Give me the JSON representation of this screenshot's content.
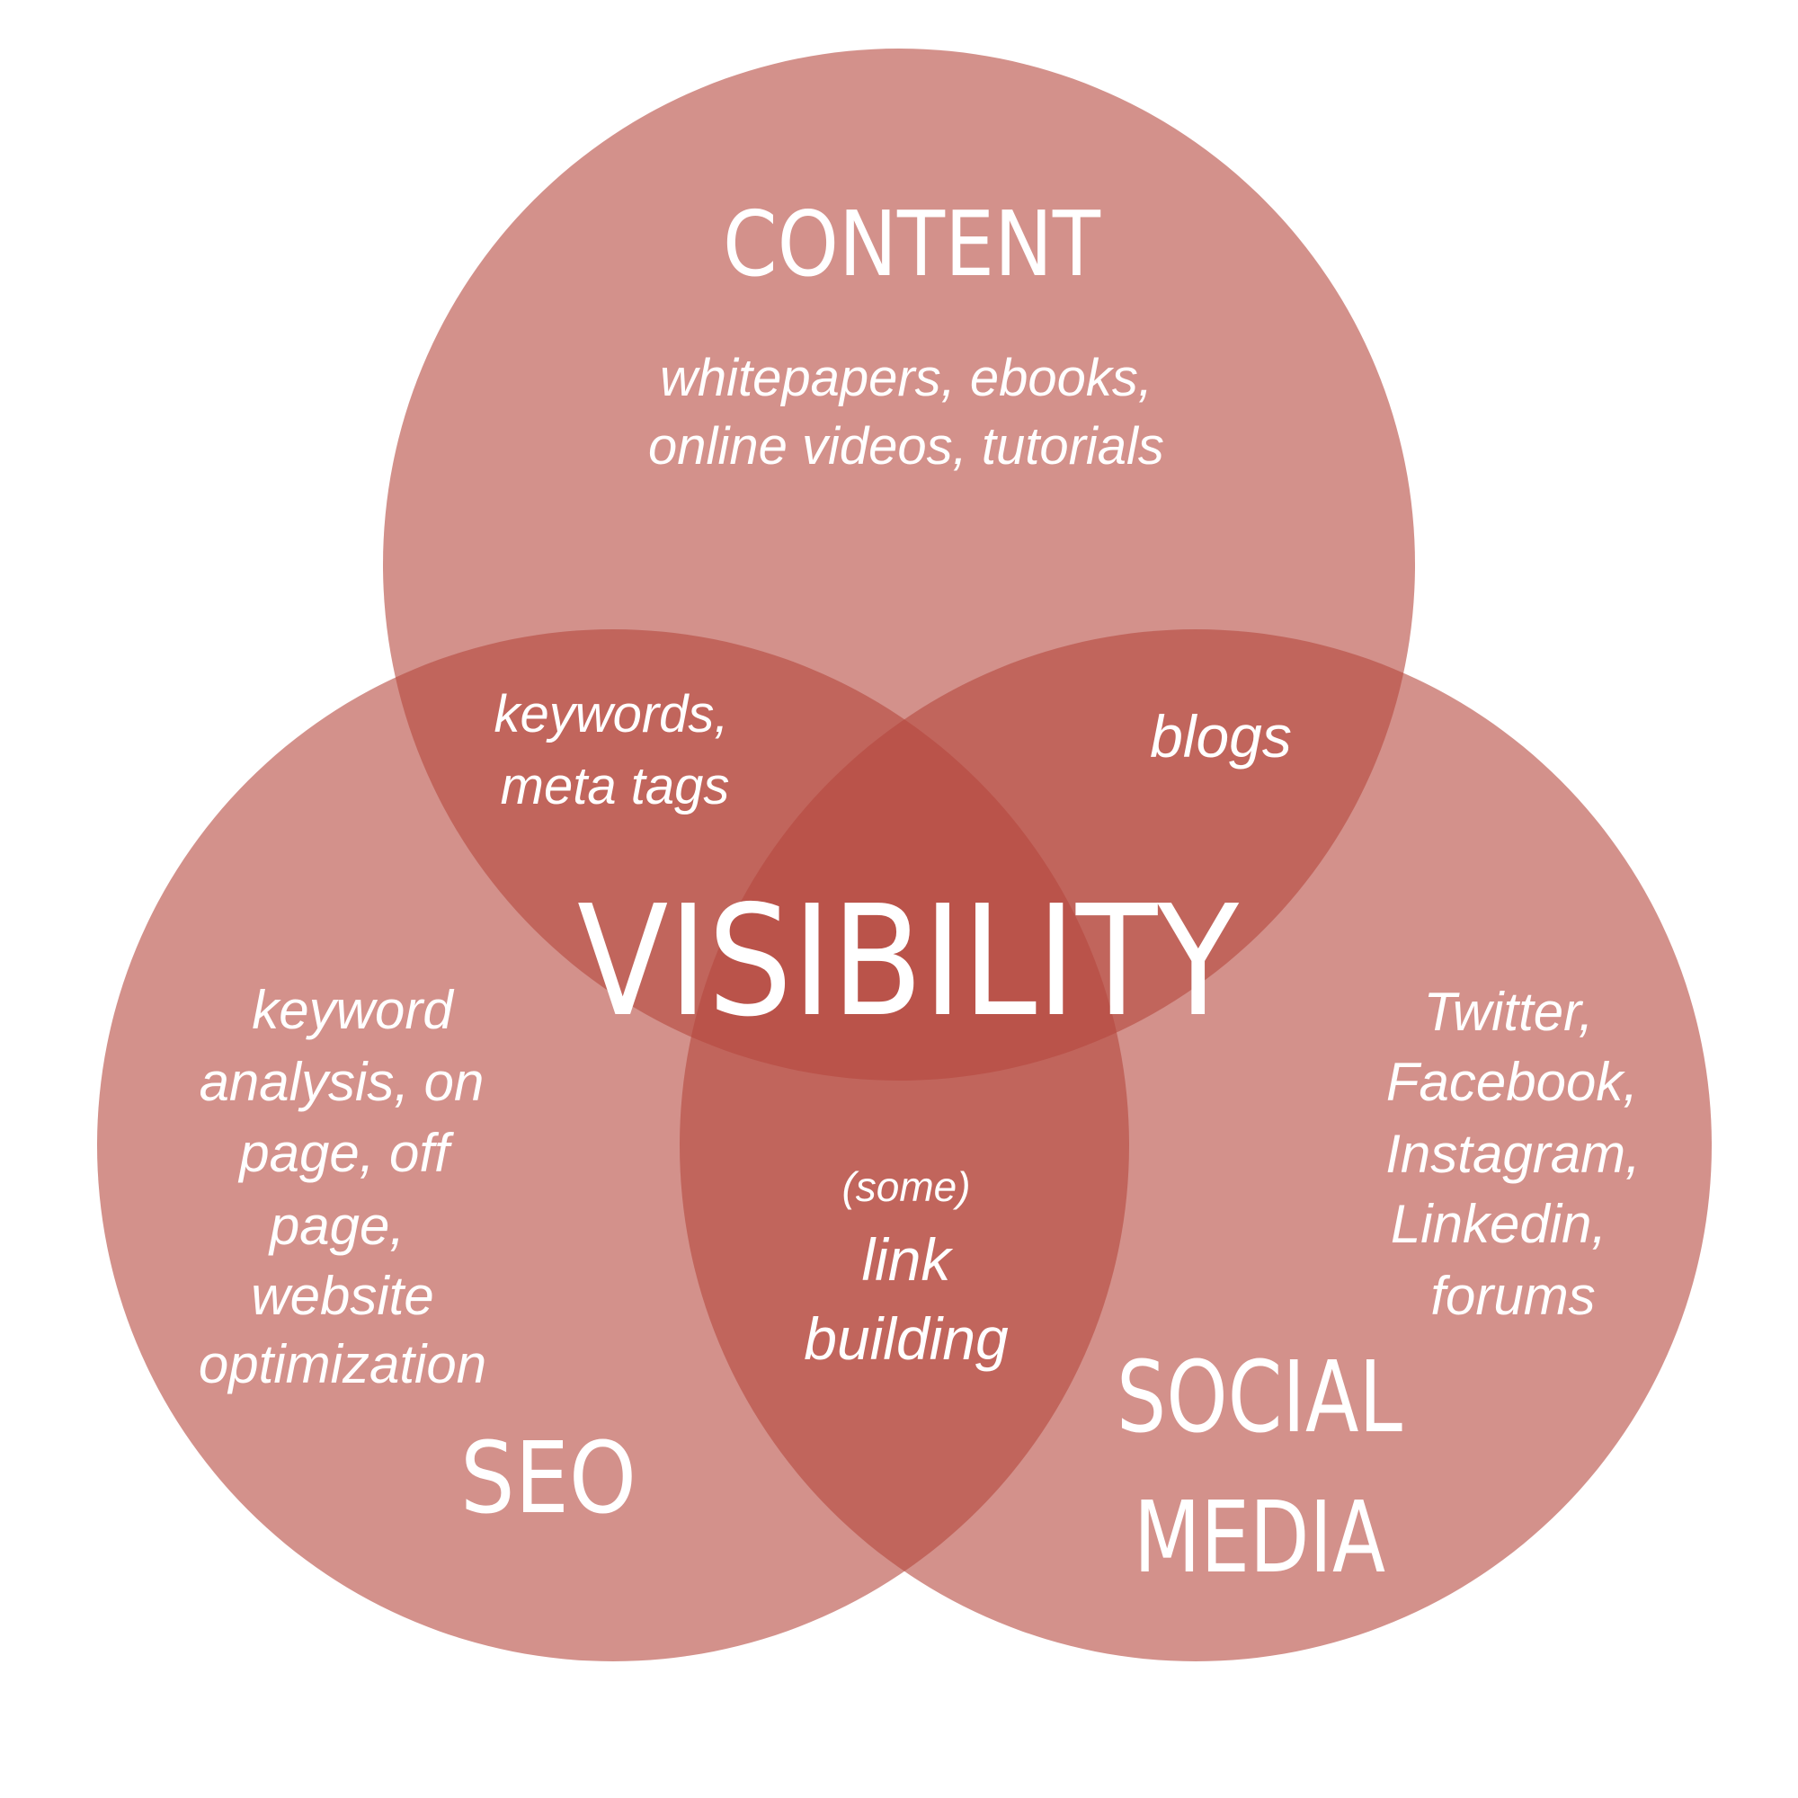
{
  "colors": {
    "background": "#ffffff",
    "circle_fill": "#b6473d",
    "text": "#ffffff"
  },
  "diagram": {
    "type": "venn",
    "center_label": "VISIBILITY",
    "circles": [
      {
        "id": "content",
        "title_lines": [
          "CONTENT"
        ],
        "detail_lines": [
          "whitepapers, ebooks,",
          "online videos, tutorials"
        ]
      },
      {
        "id": "seo",
        "title_lines": [
          "SEO"
        ],
        "detail_lines": [
          "keyword",
          "analysis, on",
          "page, off",
          "page,",
          "website",
          "optimization"
        ]
      },
      {
        "id": "social",
        "title_lines": [
          "SOCIAL",
          "MEDIA"
        ],
        "detail_lines": [
          "Twitter,",
          "Facebook,",
          "Instagram,",
          "Linkedin,",
          "forums"
        ]
      }
    ],
    "overlaps": {
      "content_seo": [
        "keywords,",
        "meta tags"
      ],
      "content_social": [
        "blogs"
      ],
      "seo_social": {
        "prefix": "(some)",
        "lines": [
          "link",
          "building"
        ]
      }
    }
  }
}
